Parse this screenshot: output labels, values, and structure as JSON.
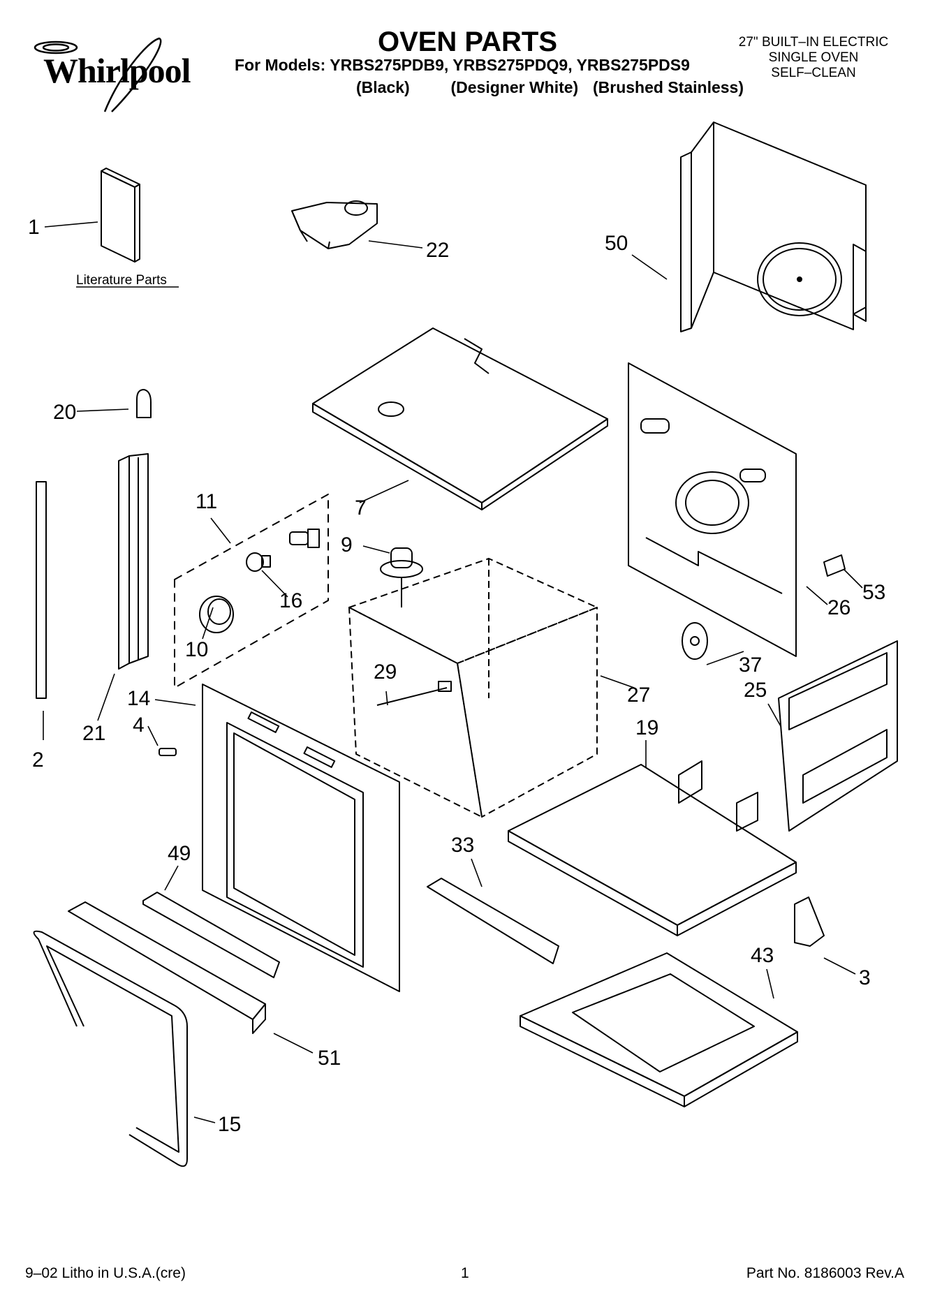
{
  "header": {
    "brand": "Whirlpool",
    "title": "OVEN PARTS",
    "models_line": "For Models: YRBS275PDB9, YRBS275PDQ9, YRBS275PDS9",
    "finishes": [
      "(Black)",
      "(Designer White)",
      "(Brushed Stainless)"
    ],
    "spec_lines": [
      "27\" BUILT–IN ELECTRIC",
      "SINGLE OVEN",
      "SELF–CLEAN"
    ]
  },
  "literature_label": "Literature Parts",
  "callouts": [
    "1",
    "22",
    "50",
    "20",
    "7",
    "11",
    "9",
    "16",
    "10",
    "29",
    "27",
    "2",
    "21",
    "14",
    "4",
    "53",
    "26",
    "37",
    "25",
    "19",
    "33",
    "49",
    "43",
    "3",
    "51",
    "15"
  ],
  "footer": {
    "left": "9–02 Litho in U.S.A.(cre)",
    "page": "1",
    "part_no": "Part No. 8186003 Rev.A"
  }
}
